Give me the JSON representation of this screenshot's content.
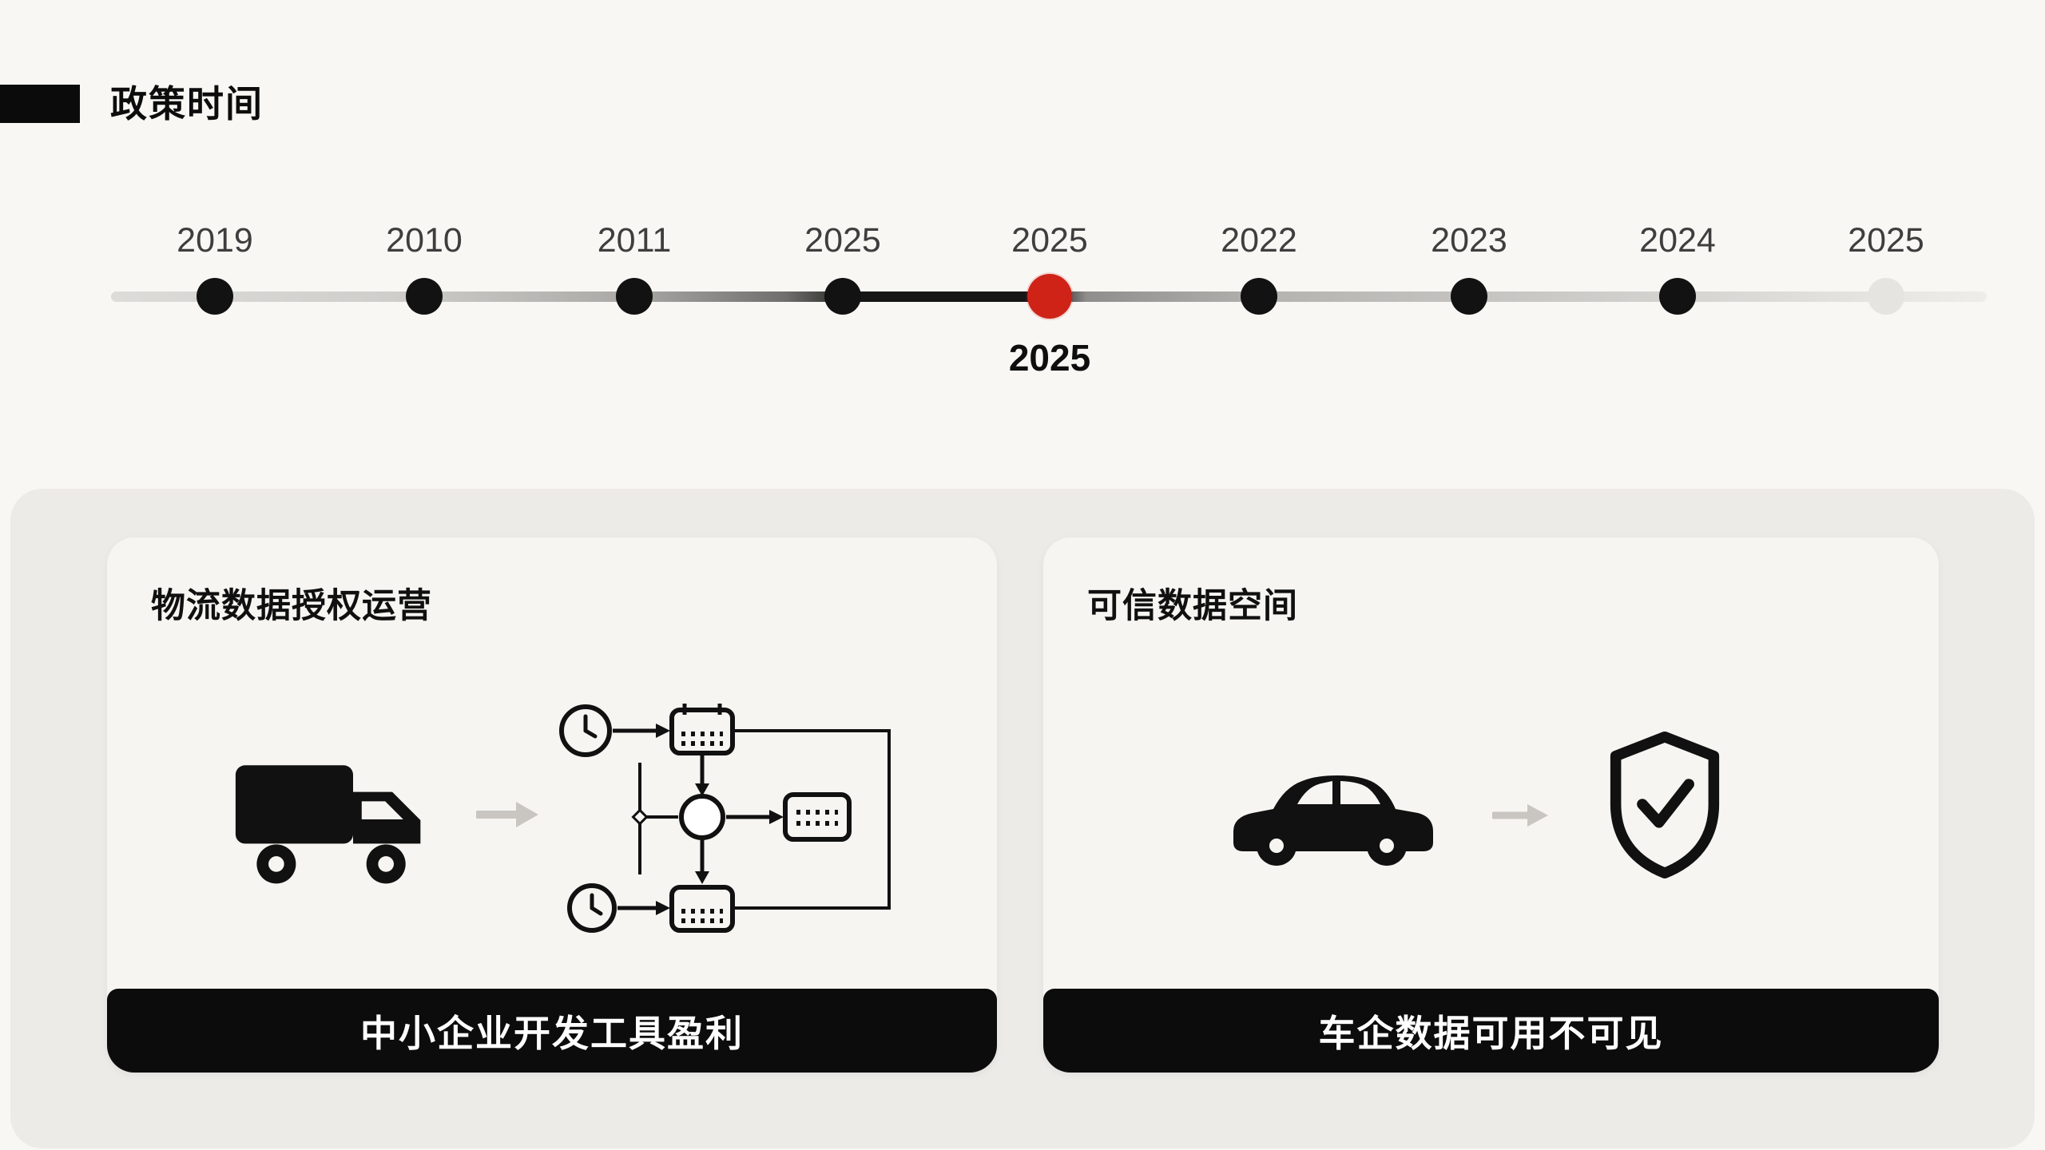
{
  "header": {
    "title": "政策时间"
  },
  "timeline": {
    "years": [
      "2019",
      "2010",
      "2011",
      "2025",
      "2025",
      "2022",
      "2023",
      "2024",
      "2025"
    ],
    "active_index": 4,
    "active_label": "2025",
    "active_color": "#cf2318",
    "line_dark_color": "#161616",
    "line_light_color": "#dddcd9"
  },
  "cards": [
    {
      "title": "物流数据授权运营",
      "footer": "中小企业开发工具盈利",
      "icons": [
        "truck-icon",
        "arrow-right-icon",
        "flowchart-icon"
      ]
    },
    {
      "title": "可信数据空间",
      "footer": "车企数据可用不可见",
      "icons": [
        "car-icon",
        "arrow-right-icon",
        "shield-check-icon"
      ]
    }
  ]
}
